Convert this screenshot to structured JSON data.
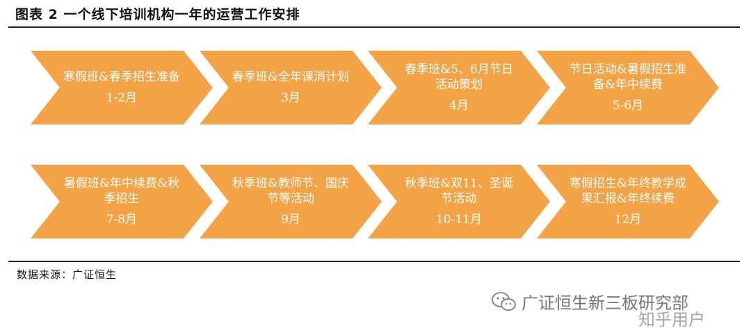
{
  "header": {
    "title": "图表 2 一个线下培训机构一年的运营工作安排"
  },
  "steps": [
    {
      "label": "寒假班&春季招生准备",
      "period": "1-2月"
    },
    {
      "label": "春季班&全年课消计划",
      "period": "3月"
    },
    {
      "label": "春季班&5、6月节日活动策划",
      "period": "4月"
    },
    {
      "label": "节日活动&暑假招生准备&年中续费",
      "period": "5-6月"
    },
    {
      "label": "暑假班&年中续费&秋季招生",
      "period": "7-8月"
    },
    {
      "label": "秋季班&教师节、国庆节等活动",
      "period": "9月"
    },
    {
      "label": "秋季班&双11、圣诞节活动",
      "period": "10-11月"
    },
    {
      "label": "寒假招生&年终教学成果汇报&年终续费",
      "period": "12月"
    }
  ],
  "footer": {
    "source": "数据来源：广证恒生"
  },
  "watermark": {
    "text": "广证恒生新三板研究部",
    "overlay": "知乎用户",
    "icon": "wechat-icon"
  },
  "colors": {
    "chevron": "#f3a346",
    "text": "#ffffff"
  }
}
